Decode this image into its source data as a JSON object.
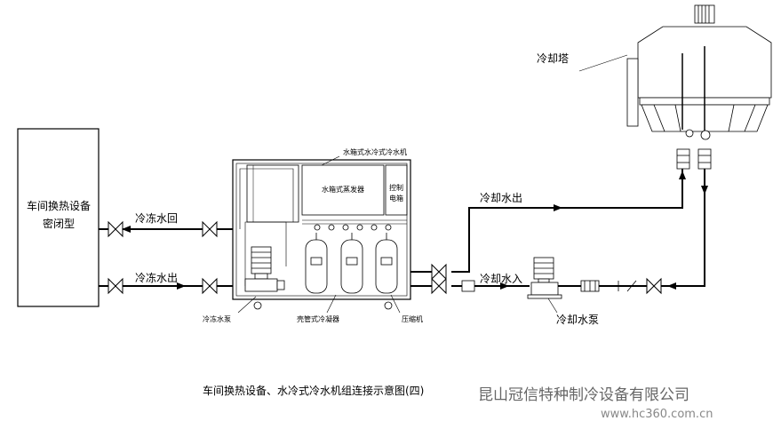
{
  "workshop": {
    "line1": "车间换热设备",
    "line2": "密闭型"
  },
  "pipes": {
    "chilled_return": "冷冻水回",
    "chilled_out": "冷冻水出",
    "cooling_out": "冷却水出",
    "cooling_in": "冷却水入"
  },
  "chiller": {
    "title": "水箱式水冷式冷水机",
    "evaporator": "水箱式蒸发器",
    "control_1": "控制",
    "control_2": "电箱",
    "chilled_pump": "冷冻水泵",
    "condenser": "壳管式冷凝器",
    "compressor": "压缩机"
  },
  "tower": {
    "label": "冷却塔"
  },
  "cooling_pump": {
    "label": "冷却水泵"
  },
  "caption": "车间换热设备、水冷式冷水机组连接示意图(四)",
  "company": "昆山冠信特种制冷设备有限公司",
  "watermark": "www.hc360.com.cn"
}
